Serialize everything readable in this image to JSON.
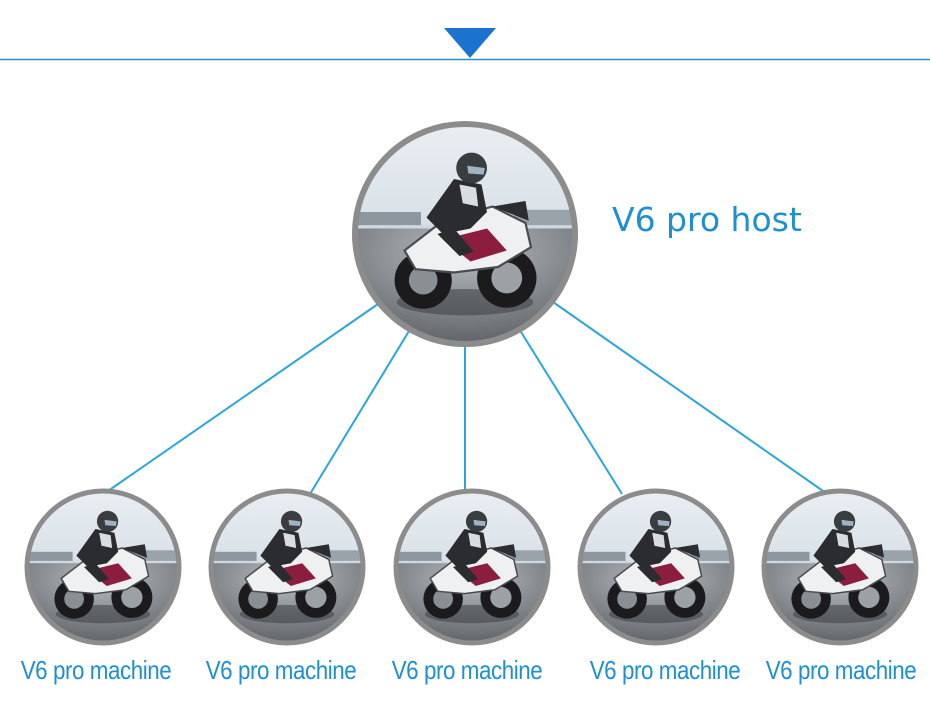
{
  "colors": {
    "accent": "#1e8fd0",
    "line": "#29a6dc",
    "ring": "#8c8c8c",
    "divider": "#2a8fc6"
  },
  "icons": {
    "top_marker": "triangle-down-icon",
    "node_image": "motorcycle-rider-photo"
  },
  "host": {
    "label": "V6 pro host"
  },
  "machines": [
    {
      "label": "V6 pro machine"
    },
    {
      "label": "V6 pro machine"
    },
    {
      "label": "V6 pro machine"
    },
    {
      "label": "V6 pro machine"
    },
    {
      "label": "V6 pro machine"
    }
  ]
}
